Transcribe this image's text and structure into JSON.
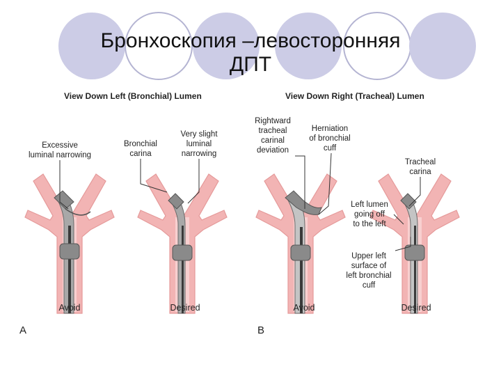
{
  "slide": {
    "title_line1": "Бронхоскопия –левосторонняя",
    "title_line2": "ДПТ"
  },
  "panel_a": {
    "header": "View Down Left (Bronchial) Lumen",
    "letter": "A",
    "label_excessive": [
      "Excessive",
      "luminal narrowing"
    ],
    "label_carina": [
      "Bronchial",
      "carina"
    ],
    "label_slight": [
      "Very slight",
      "luminal",
      "narrowing"
    ],
    "caption_avoid": "Avoid",
    "caption_desired": "Desired"
  },
  "panel_b": {
    "header": "View Down Right (Tracheal) Lumen",
    "letter": "B",
    "label_deviation": [
      "Rightward",
      "tracheal",
      "carinal",
      "deviation"
    ],
    "label_herniation": [
      "Herniation",
      "of bronchial",
      "cuff"
    ],
    "label_tracheal_carina": [
      "Tracheal",
      "carina"
    ],
    "label_left_lumen": [
      "Left lumen",
      "going off",
      "to the left"
    ],
    "label_upper_left": [
      "Upper left",
      "surface of",
      "left bronchial",
      "cuff"
    ],
    "caption_avoid": "Avoid",
    "caption_desired": "Desired"
  },
  "colors": {
    "deco_circle_fill": "#cccce6",
    "deco_circle_stroke": "#b4b4d2",
    "airway_pink": "#f2b4b4",
    "airway_edge": "#e59a9a",
    "tube_gray": "#a8a8a8",
    "cuff_gray": "#8a8a8a",
    "lumen_dark": "#3a3a3a"
  }
}
